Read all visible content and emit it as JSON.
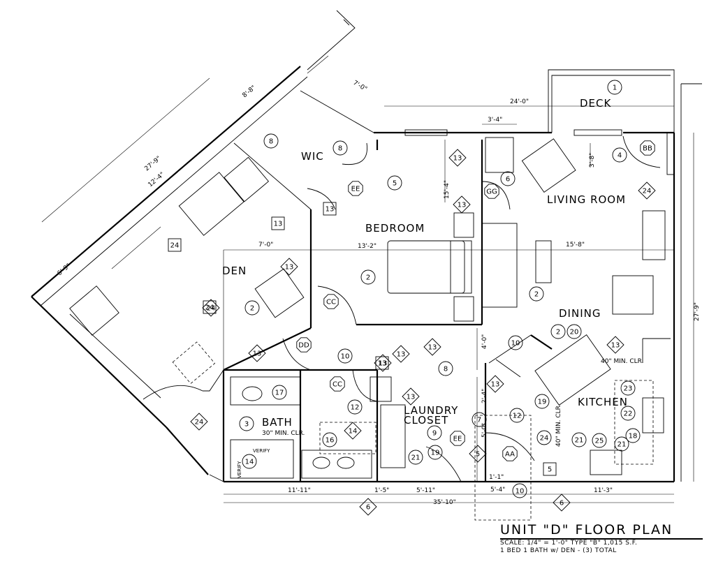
{
  "rooms": {
    "deck": "DECK",
    "living_room": "LIVING ROOM",
    "bedroom": "BEDROOM",
    "wic": "WIC",
    "den": "DEN",
    "dining": "DINING",
    "kitchen": "KITCHEN",
    "bath": "BATH",
    "laundry_line1": "LAUNDRY",
    "laundry_line2": "CLOSET"
  },
  "dimensions": {
    "d_7_0_top": "7'-0\"",
    "d_24_0": "24'-0\"",
    "d_3_4": "3'-4\"",
    "d_3_8": "3'-8\"",
    "d_15_4": "15'-4\"",
    "d_8_8": "8'-8\"",
    "d_27_9_left": "27'-9\"",
    "d_12_4": "12'-4\"",
    "d_6_9": "6'-9\"",
    "d_7_0_den": "7'-0\"",
    "d_13_2": "13'-2\"",
    "d_15_8": "15'-8\"",
    "d_27_9_right": "27'-9\"",
    "d_4_0": "4'-0\"",
    "d_2_4": "2'-4\"",
    "d_5_0": "5'-0\"",
    "d_1_1": "1'-1\"",
    "d_5_4": "5'-4\"",
    "d_11_11": "11'-11\"",
    "d_1_5": "1'-5\"",
    "d_5_11": "5'-11\"",
    "d_11_3": "11'-3\"",
    "d_35_10": "35'-10\""
  },
  "notes": {
    "clr_40_kitchen": "40\" MIN. CLR.",
    "clr_40_vertical": "40\" MIN. CLR.",
    "clr_30_bath": "30\" MIN. CLR.",
    "verify_1": "VERIFY",
    "verify_2": "VERIFY"
  },
  "door_tags": {
    "bb": "BB",
    "ee": "EE",
    "gg": "GG",
    "cc1": "CC",
    "dd": "DD",
    "cc2": "CC",
    "ee2": "EE",
    "aa": "AA"
  },
  "circle_tags": {
    "t1": "1",
    "t4": "4",
    "t8a": "8",
    "t8b": "8",
    "t5": "5",
    "t6": "6",
    "t2a": "2",
    "t2b": "2",
    "t2c": "2",
    "t2d": "2",
    "t20": "20",
    "t10a": "10",
    "t10b": "10",
    "t17": "17",
    "t3": "3",
    "t12a": "12",
    "t12b": "12",
    "t8c": "8",
    "t16": "16",
    "t9": "9",
    "t7": "7",
    "t21a": "21",
    "t19a": "19",
    "t19b": "19",
    "t21b": "21",
    "t22": "22",
    "t23": "23",
    "t25": "25",
    "t21c": "21",
    "t18": "18",
    "t24c": "24",
    "t14": "14",
    "t10c": "10"
  },
  "diamond_tags": {
    "d13a": "13",
    "d13b": "13",
    "d13c": "13",
    "d13d": "13",
    "d13e": "13",
    "d13f": "13",
    "d13g": "13",
    "d13h": "13",
    "d13i": "13",
    "d24a": "24",
    "d24b": "24",
    "d24c": "24",
    "d6a": "6",
    "d6b": "6",
    "d5": "5",
    "d13j": "13",
    "d14": "14"
  },
  "square_tags": {
    "s13a": "13",
    "s13b": "13",
    "s24": "24",
    "s24b": "24",
    "s13c": "13",
    "s5": "5"
  },
  "title": {
    "main": "UNIT \"D\" FLOOR PLAN",
    "line1": "SCALE: 1/4\" = 1'-0\"  TYPE \"B\"  1,015 S.F.",
    "line2": "1 BED 1 BATH w/ DEN - (3) TOTAL"
  }
}
